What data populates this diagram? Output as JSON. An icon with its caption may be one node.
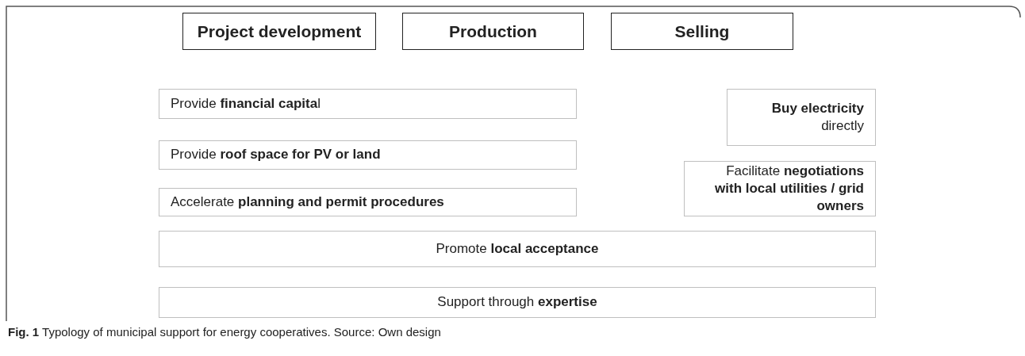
{
  "diagram": {
    "caption": "**Fig. 1** Typology of municipal support for energy cooperatives. Source: Own design",
    "nodes": [
      {
        "text": [
          "Project development"
        ]
      },
      {
        "text": [
          "Production"
        ]
      },
      {
        "text": [
          "Selling"
        ]
      },
      {
        "text": [
          "Provide **financial capita**l"
        ]
      },
      {
        "text": [
          "**Buy electricity** directly"
        ]
      },
      {
        "text": [
          "Provide **roof space for PV or land**"
        ]
      },
      {
        "text": [
          "Facilitate **negotiations with local utilities / grid owners**"
        ]
      },
      {
        "text": [
          "Accelerate **planning and permit procedures**"
        ]
      },
      {
        "text": [
          "Promote **local acceptance**"
        ]
      },
      {
        "text": [
          "Support through **expertise**"
        ]
      }
    ]
  }
}
